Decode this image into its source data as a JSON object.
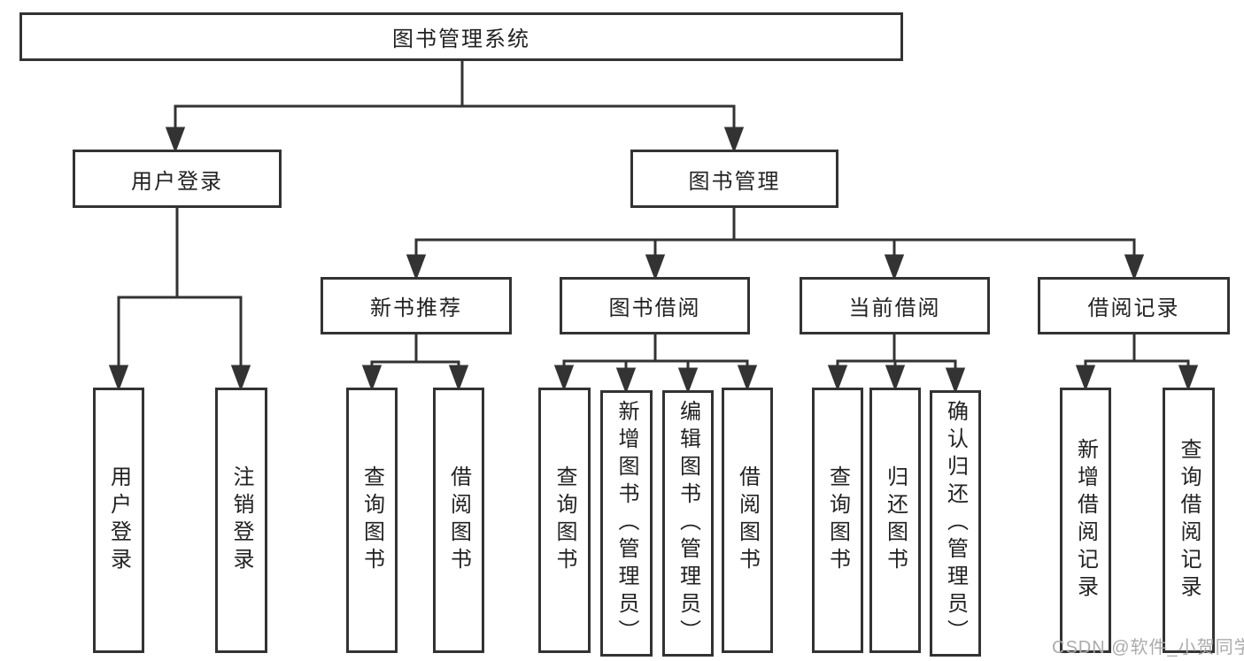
{
  "diagram": {
    "root": {
      "label": "图书管理系统"
    },
    "branches": [
      {
        "label": "用户登录",
        "children": [
          {
            "label": "用户登录"
          },
          {
            "label": "注销登录"
          }
        ]
      },
      {
        "label": "图书管理",
        "children": [
          {
            "label": "新书推荐",
            "children": [
              {
                "label": "查询图书"
              },
              {
                "label": "借阅图书"
              }
            ]
          },
          {
            "label": "图书借阅",
            "children": [
              {
                "label": "查询图书"
              },
              {
                "label": "新增图书（管理员）"
              },
              {
                "label": "编辑图书（管理员）"
              },
              {
                "label": "借阅图书"
              }
            ]
          },
          {
            "label": "当前借阅",
            "children": [
              {
                "label": "查询图书"
              },
              {
                "label": "归还图书"
              },
              {
                "label": "确认归还（管理员）"
              }
            ]
          },
          {
            "label": "借阅记录",
            "children": [
              {
                "label": "新增借阅记录"
              },
              {
                "label": "查询借阅记录"
              }
            ]
          }
        ]
      }
    ]
  },
  "watermark": {
    "text": "CSDN @软件_小贺同学"
  },
  "colors": {
    "line": "#333333",
    "text": "#222222",
    "watermark": "#ababab",
    "background": "#ffffff"
  }
}
